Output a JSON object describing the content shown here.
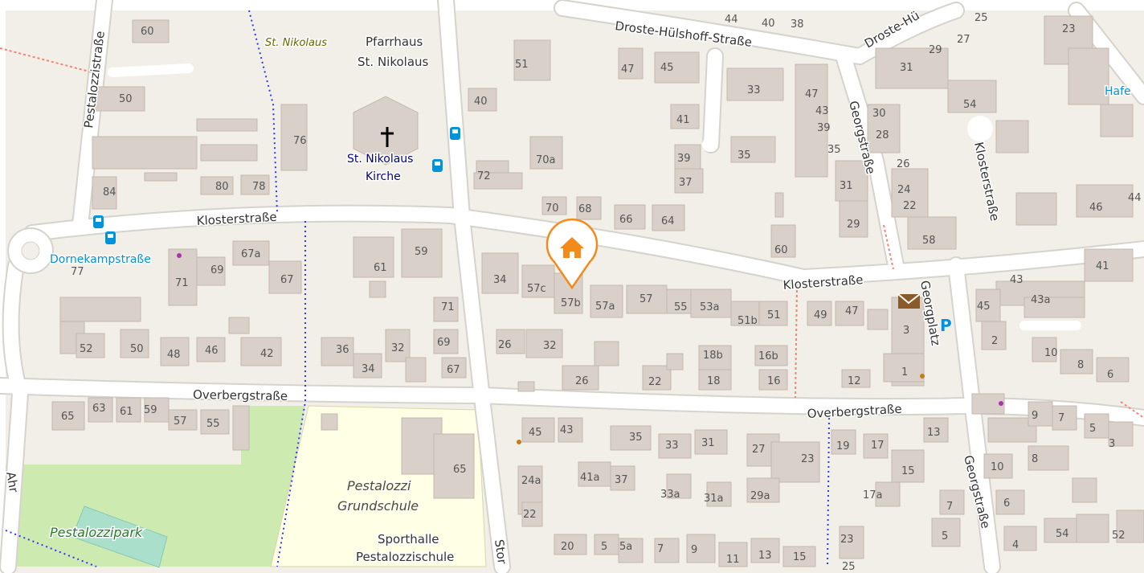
{
  "map": {
    "colors": {
      "land": "#f2efe9",
      "building": "#d9d0c9",
      "building_stroke": "#c5b8ad",
      "road": "#ffffff",
      "road_casing": "#d6d2cc",
      "park": "#cdebb0",
      "school": "#ffffe5",
      "pitch": "#aae0cb",
      "transit": "#0092da",
      "label": "#333333",
      "marker": "#f28a1c",
      "path": "#fa8072",
      "footway": "#3333ff"
    },
    "streets": {
      "klosterstrasse_west": "Klosterstraße",
      "klosterstrasse_east": "Klosterstraße",
      "klosterstrasse_vertical": "Klosterstraße",
      "overbergstrasse_west": "Overbergstraße",
      "overbergstrasse_east": "Overbergstraße",
      "droste_main": "Droste-Hülshoff-Straße",
      "droste_partial": "Droste-Hü",
      "pestalozzistrasse": "Pestalozzistraße",
      "georgstrasse_north": "Georgstraße",
      "georgstrasse_south": "Georgstraße",
      "georgplatz": "Georgplatz",
      "stor": "Stor",
      "ahr": "Ahr"
    },
    "places": {
      "st_nikolaus_italic": "St. Nikolaus",
      "pfarrhaus_1": "Pfarrhaus",
      "pfarrhaus_2": "St. Nikolaus",
      "kirche_1": "St. Nikolaus",
      "kirche_2": "Kirche",
      "school_1": "Pestalozzi",
      "school_2": "Grundschule",
      "sporthalle_1": "Sporthalle",
      "sporthalle_2": "Pestalozzischule",
      "park": "Pestalozzipark",
      "bus_stop": "Dornekampstraße",
      "hafe": "Hafe"
    },
    "house_numbers": [
      "60",
      "50",
      "76",
      "84",
      "80",
      "78",
      "77",
      "69",
      "67a",
      "71",
      "67",
      "52",
      "50",
      "48",
      "46",
      "42",
      "36",
      "34",
      "32",
      "61",
      "59",
      "71",
      "69",
      "67",
      "40",
      "51",
      "72",
      "70a",
      "70",
      "68",
      "66",
      "64",
      "34",
      "57c",
      "57b",
      "57a",
      "57",
      "55",
      "53a",
      "51b",
      "51",
      "26",
      "32",
      "26",
      "22",
      "18b",
      "18",
      "16b",
      "16",
      "47",
      "45",
      "41",
      "39",
      "37",
      "33",
      "35",
      "44",
      "40",
      "38",
      "47",
      "43",
      "39",
      "35",
      "31",
      "29",
      "60",
      "49",
      "47",
      "3",
      "1",
      "12",
      "30",
      "28",
      "26",
      "24",
      "22",
      "58",
      "54",
      "31",
      "29",
      "27",
      "25",
      "23",
      "46",
      "44",
      "43",
      "43a",
      "41",
      "45",
      "2",
      "10",
      "8",
      "6",
      "65",
      "63",
      "61",
      "59",
      "57",
      "55",
      "45",
      "43",
      "35",
      "33",
      "31",
      "27",
      "23",
      "24a",
      "22",
      "41a",
      "37",
      "33a",
      "31a",
      "29a",
      "20",
      "5",
      "5a",
      "7",
      "9",
      "11",
      "13",
      "15",
      "65",
      "19",
      "17",
      "15",
      "13",
      "17a",
      "7",
      "5",
      "23",
      "25",
      "9",
      "7",
      "5",
      "3",
      "8",
      "10",
      "6",
      "4",
      "54",
      "52"
    ],
    "zoom_label": ""
  }
}
